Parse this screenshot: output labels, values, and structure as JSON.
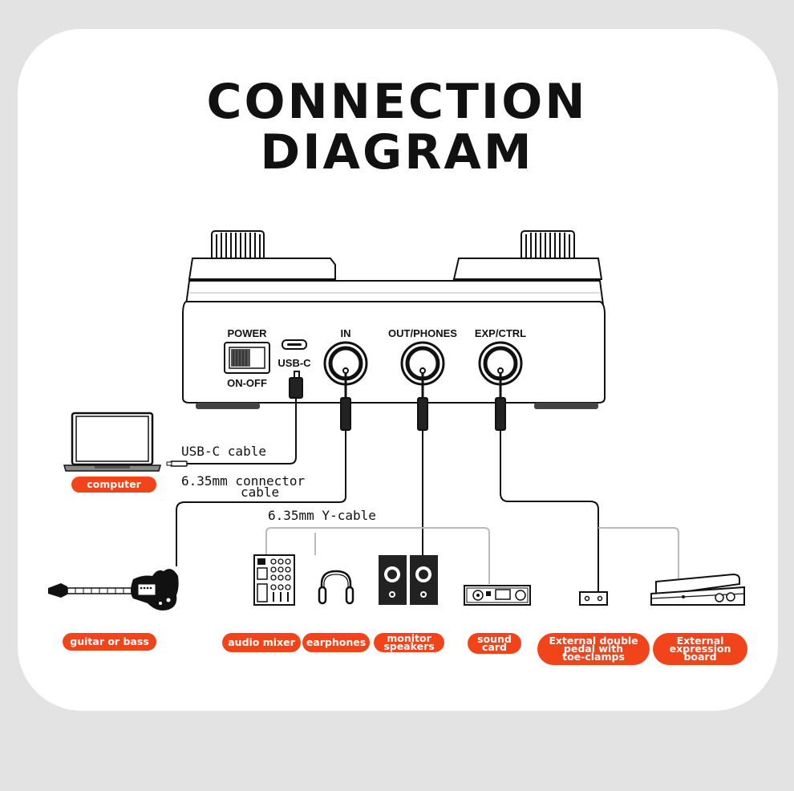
{
  "title": {
    "line1": "CONNECTION",
    "line2": "DIAGRAM"
  },
  "ports": {
    "power": "POWER",
    "on_off": "ON-OFF",
    "usbc": "USB-C",
    "in": "IN",
    "out_phones": "OUT/PHONES",
    "exp_ctrl": "EXP/CTRL"
  },
  "cables": {
    "usbc": "USB-C cable",
    "connector_line1": "6.35mm connector",
    "connector_line2": "cable",
    "ycable": "6.35mm Y-cable"
  },
  "devices": {
    "computer": "computer",
    "guitar": "guitar or bass",
    "mixer": "audio mixer",
    "earphones": "earphones",
    "monitor_line1": "monitor",
    "monitor_line2": "speakers",
    "soundcard_line1": "sound",
    "soundcard_line2": "card",
    "pedal_line1": "External double",
    "pedal_line2": "pedal with",
    "pedal_line3": "toe-clamps",
    "expression_line1": "External",
    "expression_line2": "expression",
    "expression_line3": "board"
  },
  "colors": {
    "accent": "#f1441a",
    "line": "#111111",
    "grey_line": "#bbbbbb",
    "background": "#e3e3e3",
    "card": "#ffffff"
  }
}
